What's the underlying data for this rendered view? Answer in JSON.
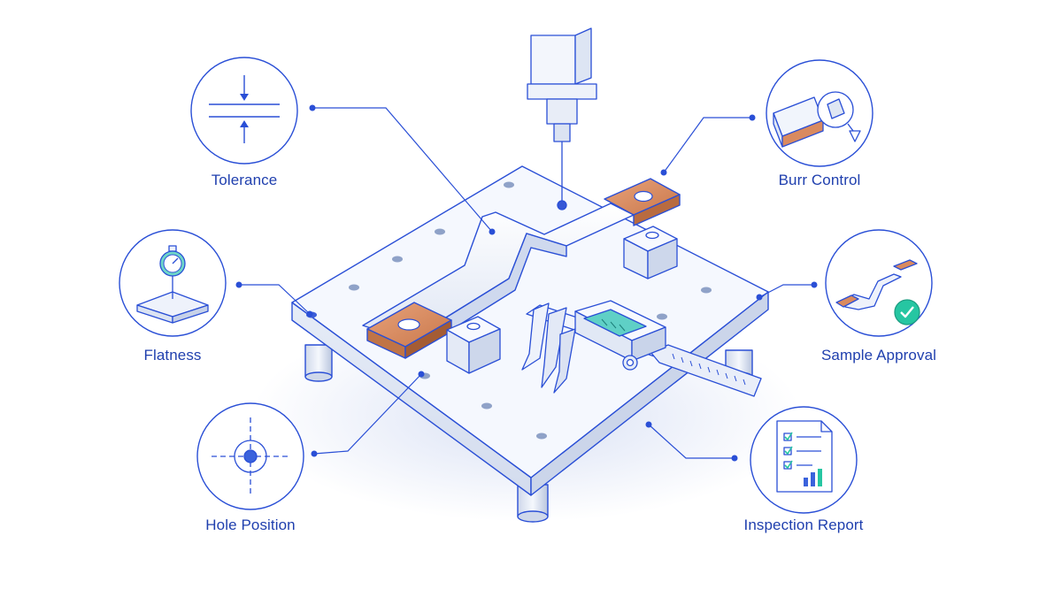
{
  "labels": {
    "tolerance": "Tolerance",
    "flatness": "Flatness",
    "hole_position": "Hole Position",
    "burr_control": "Burr Control",
    "sample_approval": "Sample Approval",
    "inspection_report": "Inspection Report"
  },
  "colors": {
    "line": "#2a4fd6",
    "accent": "#2f66e0",
    "copper": "#d98a5f",
    "display": "#5fd0c6",
    "check": "#26c6a2",
    "plate": "#f4f7fd"
  },
  "icons": [
    "tolerance-icon",
    "dial-gauge-icon",
    "crosshair-hole-icon",
    "magnifier-burr-icon",
    "check-approval-icon",
    "report-document-icon"
  ]
}
